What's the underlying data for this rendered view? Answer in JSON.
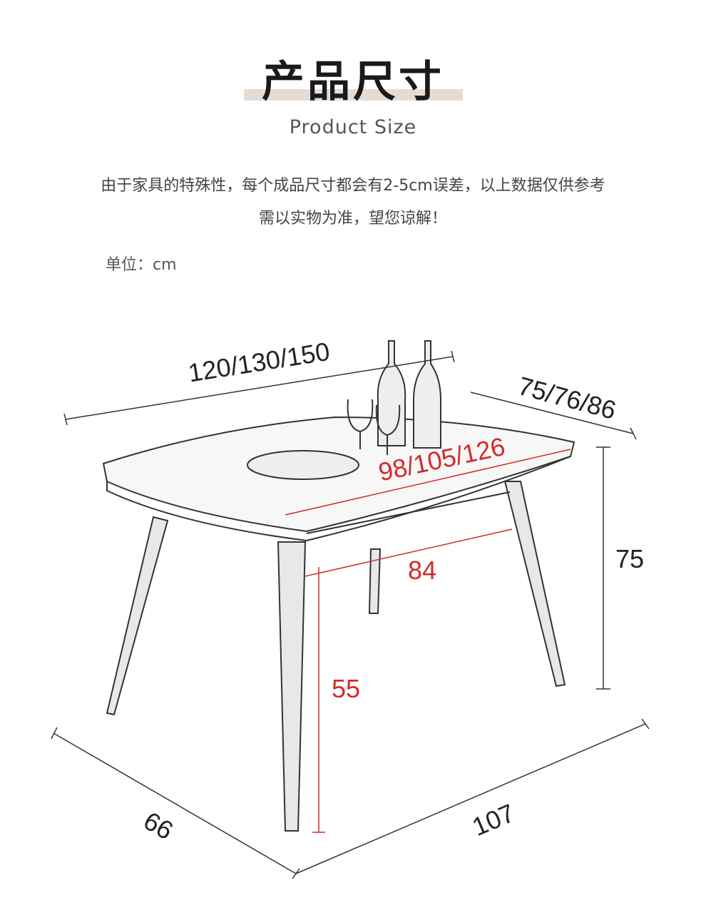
{
  "header": {
    "title": "产品尺寸",
    "subtitle": "Product Size"
  },
  "notice": {
    "line1": "由于家具的特殊性，每个成品尺寸都会有2-5cm误差，以上数据仅供参考",
    "line2": "需以实物为准，望您谅解！"
  },
  "unit_label": "单位：cm",
  "dimensions": {
    "length": "120/130/150",
    "width": "75/76/86",
    "height": "75",
    "inner_length": "98/105/126",
    "leg_span": "84",
    "leg_clearance": "55",
    "base_depth": "66",
    "base_length": "107"
  },
  "colors": {
    "accent_bar": "#e6dcd6",
    "red_dimension": "#d42a2a"
  }
}
